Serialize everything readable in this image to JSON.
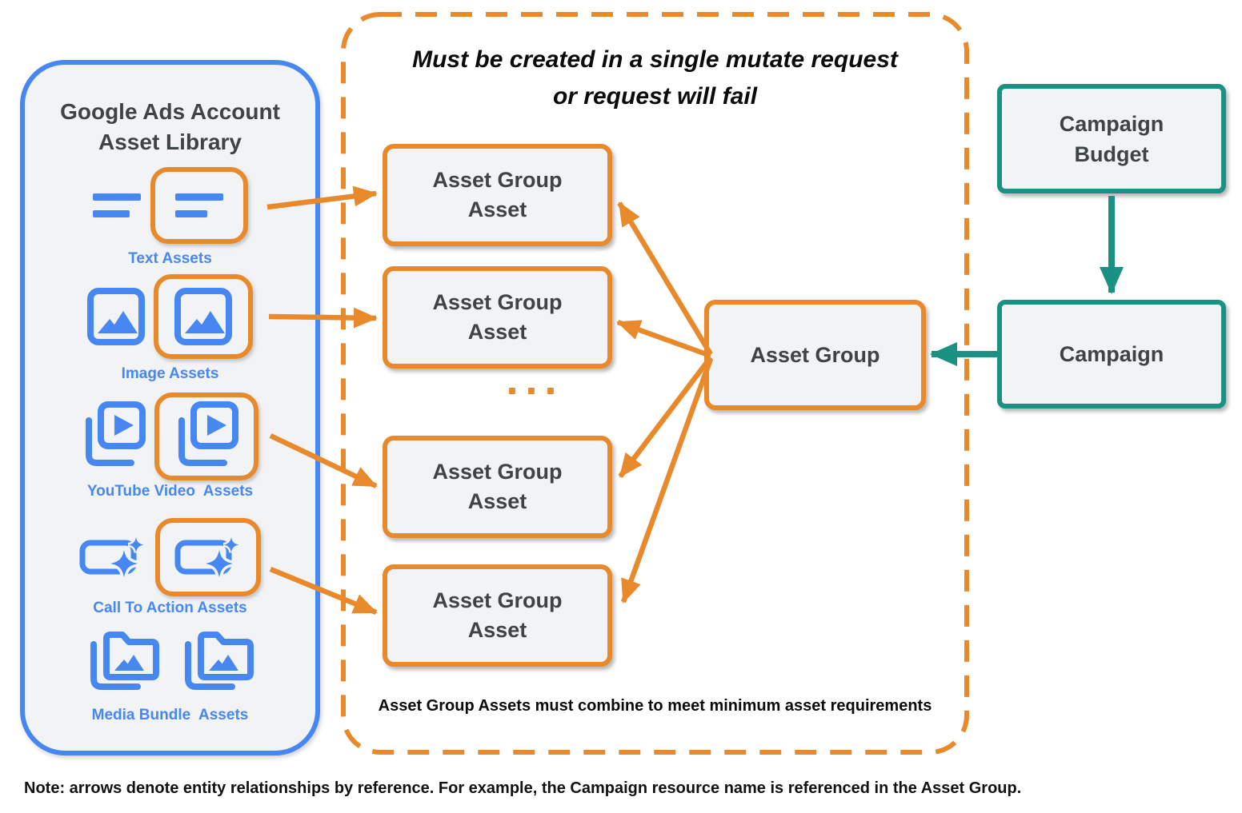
{
  "colors": {
    "blue": "#4787F1",
    "orange": "#E8892B",
    "teal": "#1B9183",
    "box_fill": "#F1F3F4",
    "text_dark": "#3E4347"
  },
  "library": {
    "title_line1": "Google Ads Account",
    "title_line2": "Asset Library",
    "rows": [
      {
        "label": "Text Assets",
        "icon": "text-asset-icon",
        "highlighted": true
      },
      {
        "label": "Image Assets",
        "icon": "image-asset-icon",
        "highlighted": true
      },
      {
        "label": "YouTube Video  Assets",
        "icon": "youtube-video-asset-icon",
        "highlighted": true
      },
      {
        "label": "Call To Action Assets",
        "icon": "call-to-action-asset-icon",
        "highlighted": true
      },
      {
        "label": "Media Bundle  Assets",
        "icon": "media-bundle-asset-icon",
        "highlighted": false
      }
    ]
  },
  "mutate_group": {
    "title_line1": "Must be created in a single mutate request",
    "title_line2": "or request will fail",
    "asset_group_asset": {
      "line1": "Asset Group",
      "line2": "Asset"
    },
    "ellipsis": "...",
    "footnote": "Asset Group Assets must combine to meet minimum asset requirements"
  },
  "entities": {
    "asset_group": "Asset Group",
    "campaign_budget_line1": "Campaign",
    "campaign_budget_line2": "Budget",
    "campaign": "Campaign"
  },
  "note": "Note: arrows denote entity relationships by reference. For example, the Campaign resource name is referenced in the Asset Group."
}
